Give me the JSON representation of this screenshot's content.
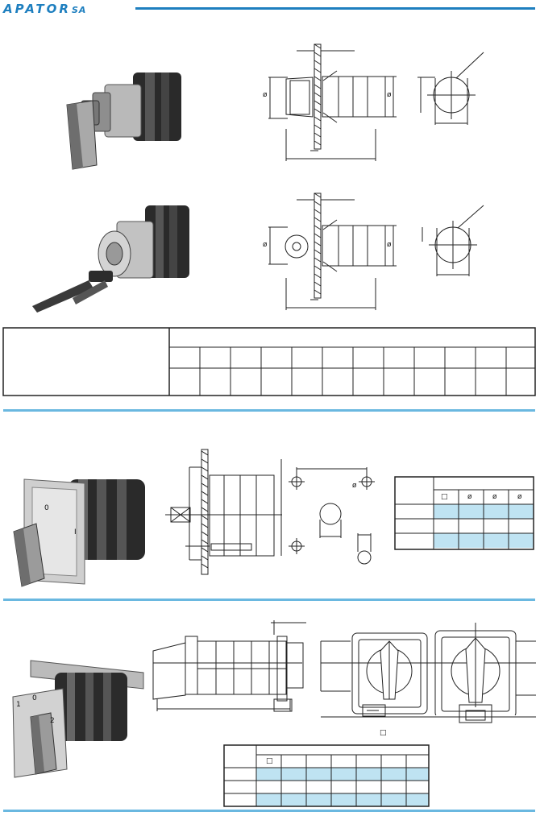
{
  "header": {
    "logo_text": "APATOR",
    "logo_suffix": "SA",
    "brand_color": "#1e7fbf",
    "separator_color": "#6ab8e0"
  },
  "section1": {
    "diameter_symbol": "ø",
    "photo_handle_icon": "rotary-switch-with-handle",
    "photo_key_icon": "rotary-switch-with-key-lock"
  },
  "section2": {
    "diameter_symbol": "ø",
    "table_square_symbol": "□",
    "table_diameter_symbols": [
      "ø",
      "ø",
      "ø"
    ],
    "photo_labels": [
      "0",
      "I"
    ]
  },
  "section3": {
    "square_symbol": "□",
    "photo_labels": [
      "1",
      "0",
      "2"
    ]
  },
  "colors": {
    "highlight_cell": "#bfe3f2",
    "line": "#222222"
  }
}
